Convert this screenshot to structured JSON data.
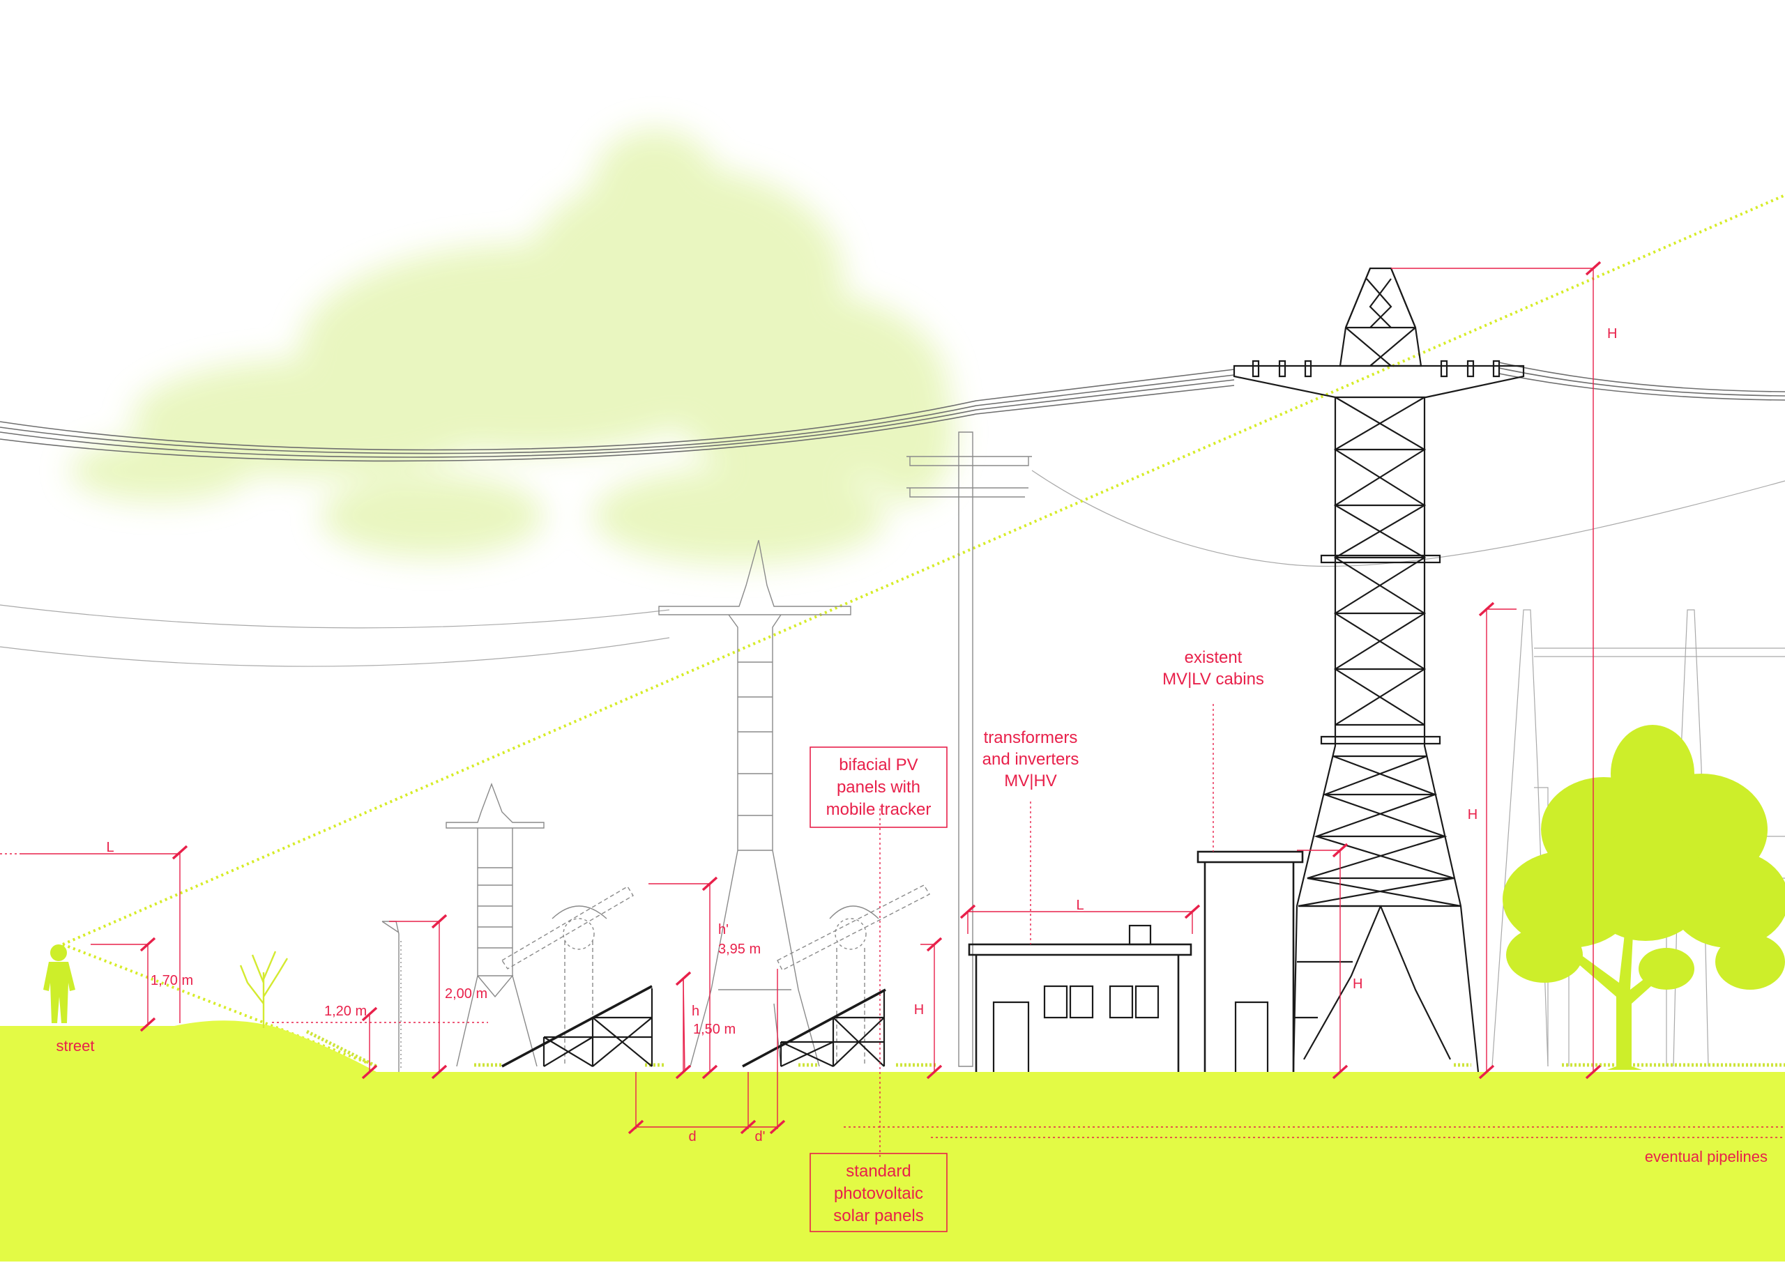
{
  "labels": {
    "street": "street",
    "bifacial_line1": "bifacial PV",
    "bifacial_line2": "panels with",
    "bifacial_line3": "mobile tracker",
    "transformers_line1": "transformers",
    "transformers_line2": "and inverters",
    "transformers_line3": "MV|HV",
    "existent_line1": "existent",
    "existent_line2": "MV|LV cabins",
    "standard_line1": "standard",
    "standard_line2": "photovoltaic",
    "standard_line3": "solar panels",
    "pipelines": "eventual pipelines"
  },
  "dimensions": {
    "L_street": "L",
    "h_person": "1,70 m",
    "h_fence": "1,20 m",
    "h_pole": "2,00 m",
    "h_prime": "h'",
    "h_prime_value": "3,95 m",
    "h": "h",
    "h_value": "1,50 m",
    "H_tracker": "H",
    "L_building": "L",
    "H_cabin": "H",
    "H_tree": "H",
    "H_pylon": "H",
    "d": "d",
    "d_prime": "d'"
  },
  "colors": {
    "ground": "#e3fa45",
    "accent": "#e8204a",
    "vegetation": "#cdee2a",
    "cloud": "#e6f5b8"
  },
  "icons": {
    "person": "person-silhouette-icon",
    "tree": "tree-icon",
    "pylon": "lattice-pylon-icon"
  }
}
